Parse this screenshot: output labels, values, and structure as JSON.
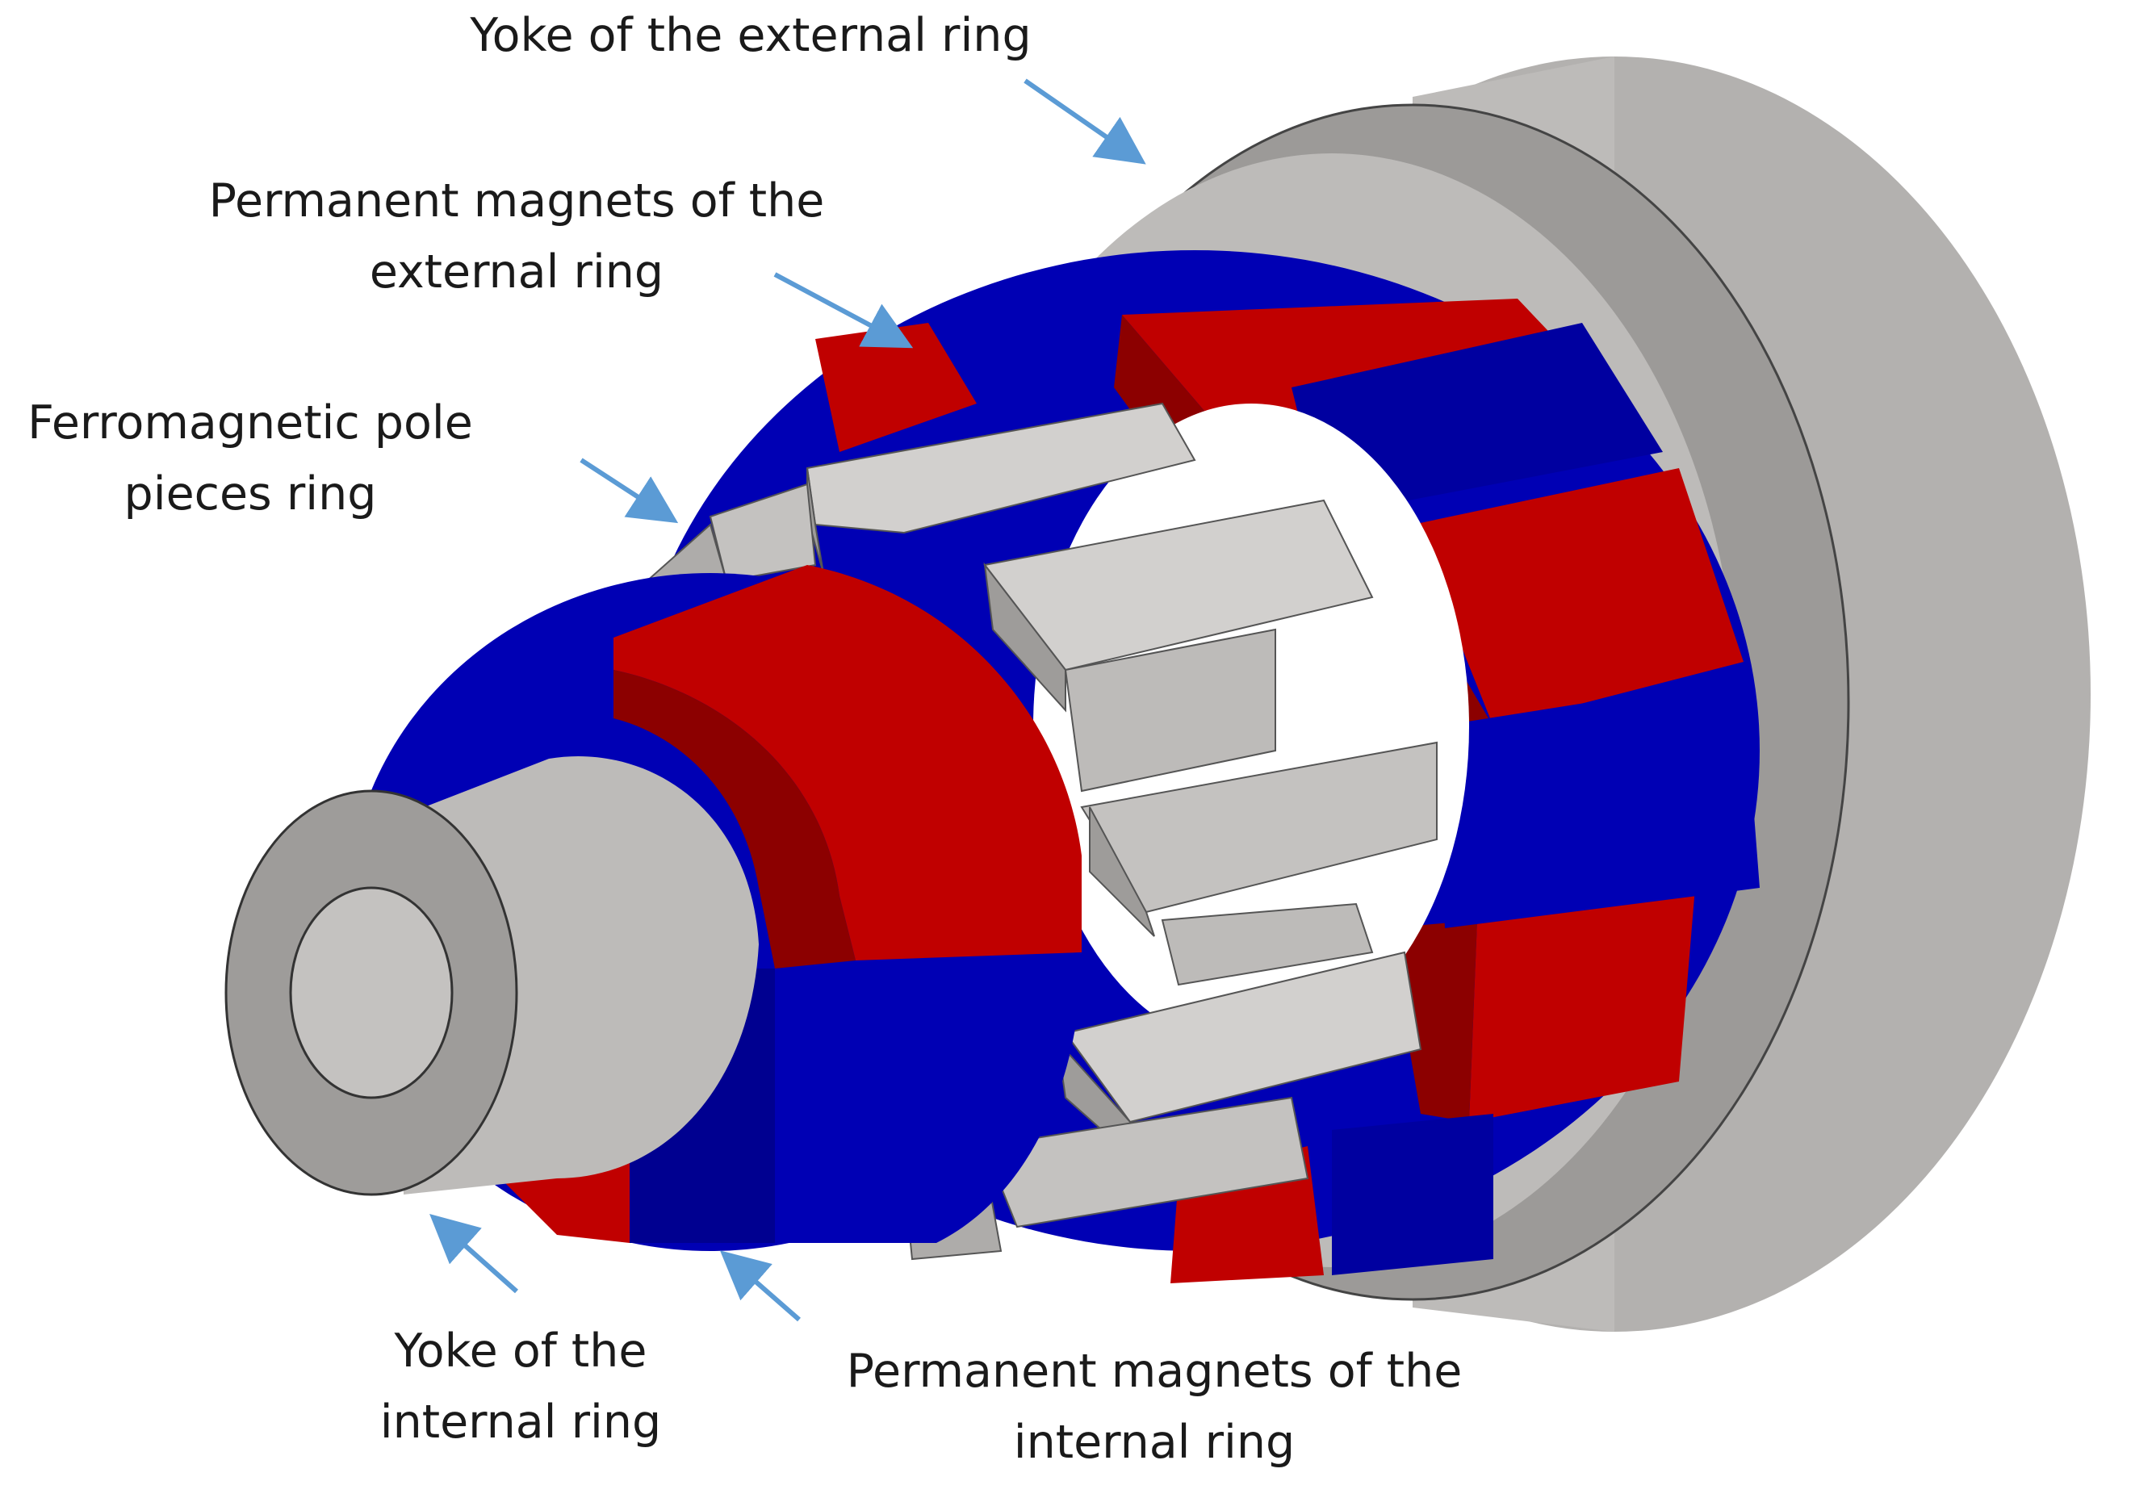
{
  "labels": {
    "yoke_external": [
      "Yoke of the external ring"
    ],
    "pm_external": [
      "Permanent magnets of the",
      "external ring"
    ],
    "pole_pieces": [
      "Ferromagnetic pole",
      "pieces ring"
    ],
    "yoke_internal": [
      "Yoke of the",
      "internal ring"
    ],
    "pm_internal": [
      "Permanent magnets of the",
      "internal ring"
    ]
  },
  "colors": {
    "arrow": "#5b9bd5",
    "magnet_red": "#c00000",
    "magnet_red_dark": "#8c0000",
    "magnet_blue": "#0000b4",
    "magnet_blue_dark": "#000080",
    "steel": "#bdbbb9",
    "steel_dark": "#9e9c9a",
    "steel_light": "#d2d0ce"
  }
}
